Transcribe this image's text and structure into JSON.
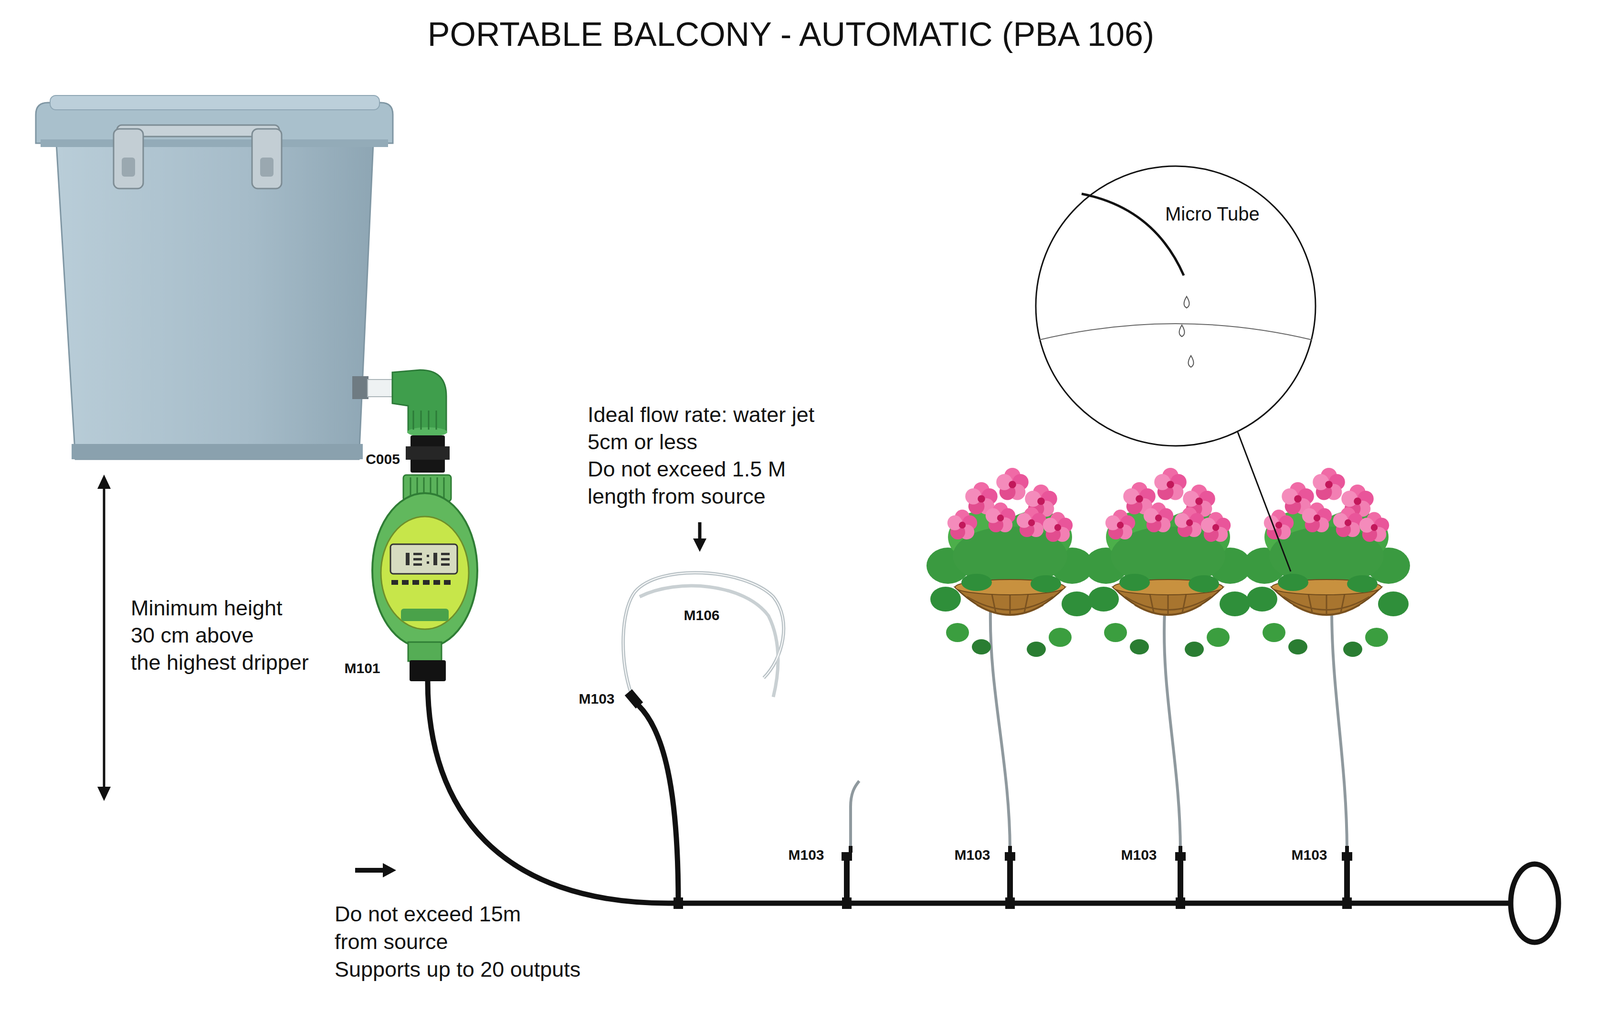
{
  "diagram": {
    "title": "PORTABLE BALCONY - AUTOMATIC (PBA 106)",
    "nodes": [
      {
        "text": [
          "Micro Tube"
        ]
      }
    ],
    "labels": [
      "C005",
      "M101",
      "Minimum height 30 cm above the highest dripper",
      "Ideal flow rate: water jet 5cm or less Do not exceed 1.5 M length from source",
      "M106",
      "M103",
      "M103",
      "M103",
      "M103",
      "M103",
      "Do not exceed 15m from source Supports up to 20 outputs"
    ]
  }
}
